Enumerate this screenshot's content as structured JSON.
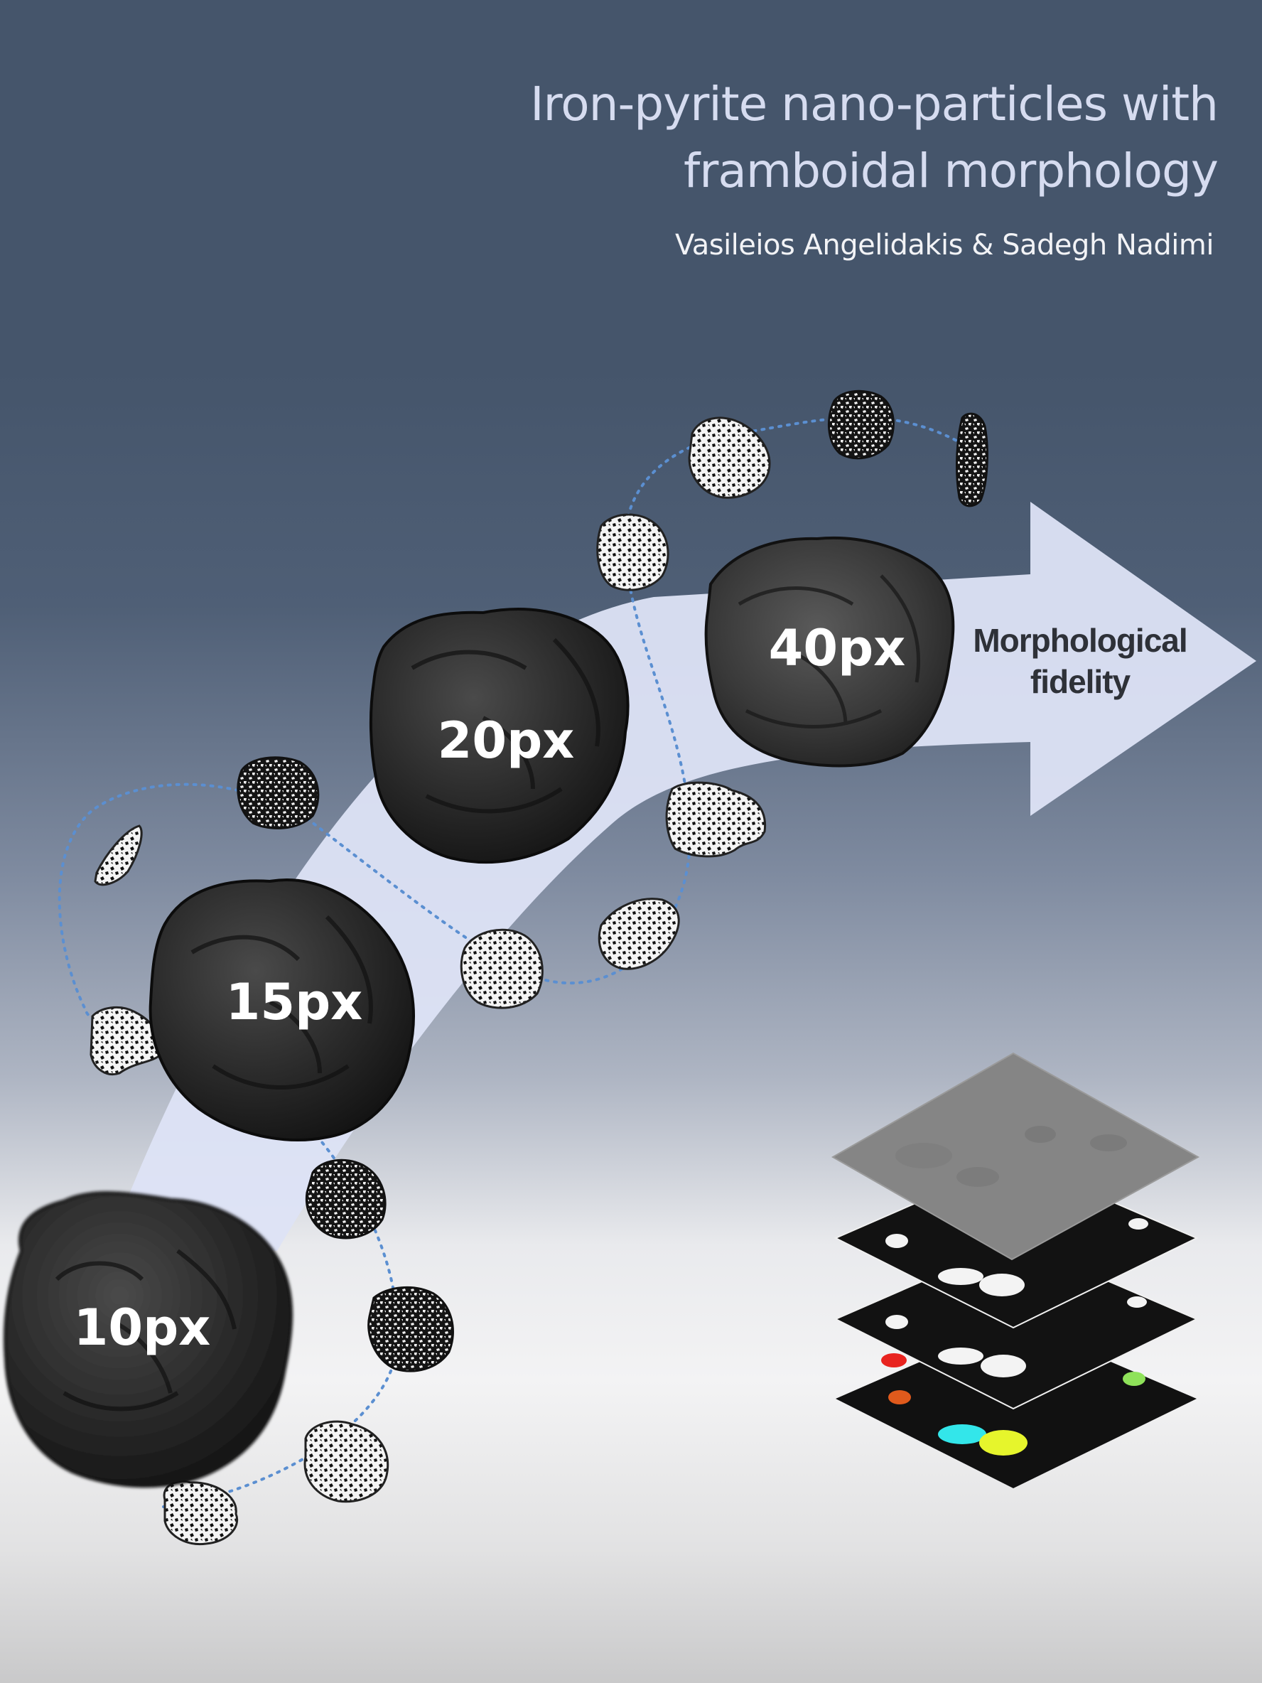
{
  "title": {
    "line1": "Iron-pyrite nano-particles with",
    "line2": "framboidal morphology"
  },
  "authors": "Vasileios Angelidakis & Sadegh Nadimi",
  "arrow_label": {
    "line1": "Morphological",
    "line2": "fidelity"
  },
  "resolutions": [
    {
      "label": "10px"
    },
    {
      "label": "15px"
    },
    {
      "label": "20px"
    },
    {
      "label": "40px"
    }
  ],
  "colors": {
    "background_top": "#45556b",
    "background_bottom": "#c9c9ca",
    "arrow": "#dde3f5",
    "title": "#d6dcf0",
    "dotted_path": "#5b8fd1",
    "segmentation_cyan": "#33e6ea",
    "segmentation_yellow": "#e6f52c",
    "segmentation_red": "#e8231f",
    "segmentation_orange": "#e05a1c",
    "segmentation_green": "#8fe25a"
  }
}
